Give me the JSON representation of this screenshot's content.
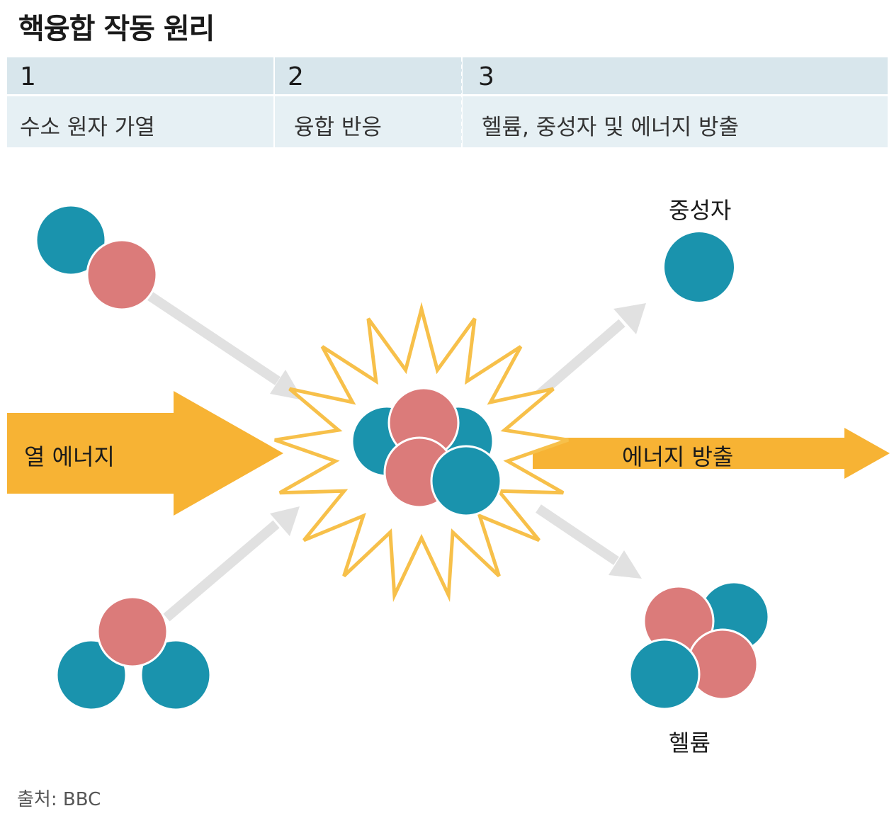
{
  "title": "핵융합 작동 원리",
  "steps": [
    {
      "number": "1",
      "label": "수소 원자 가열"
    },
    {
      "number": "2",
      "label": "융합 반응"
    },
    {
      "number": "3",
      "label": "헬륨, 중성자 및 에너지 방출"
    }
  ],
  "diagram": {
    "heat_energy_label": "열 에너지",
    "energy_release_label": "에너지 방출",
    "neutron_label": "중성자",
    "helium_label": "헬륨"
  },
  "colors": {
    "neutron": "#1a93ad",
    "proton": "#db7b7a",
    "energy_arrow": "#f7b334",
    "burst_outline": "#f7c04a",
    "flow_arrow": "#e1e1e1",
    "header_number_bg": "#d8e6ec",
    "header_label_bg": "#e6f0f4"
  },
  "source": "출처: BBC"
}
